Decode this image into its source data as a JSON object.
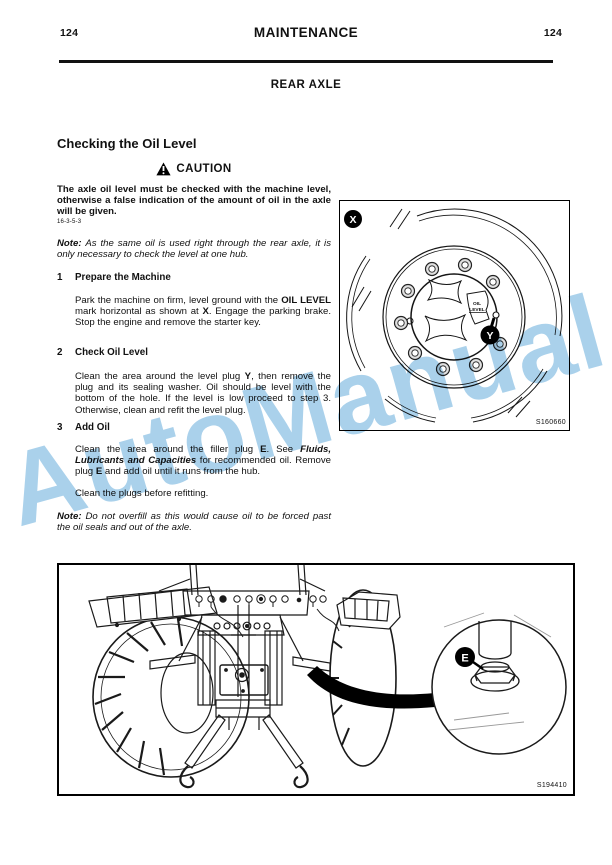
{
  "page": {
    "number_left": "124",
    "number_right": "124",
    "header": "MAINTENANCE",
    "section": "REAR AXLE"
  },
  "article": {
    "heading": "Checking the Oil Level",
    "caution_label": "CAUTION",
    "caution_text": "The axle oil level must be checked with the machine level, otherwise a false indication of the amount of oil in the axle will be given.",
    "caution_code": "16-3-5-3",
    "note1": [
      {
        "t": "Note: ",
        "s": "bi"
      },
      {
        "t": "As the same oil is used right through the rear axle, it is only necessary to check the level at one hub.",
        "s": "i"
      }
    ],
    "steps": [
      {
        "num": "1",
        "title": "Prepare the Machine",
        "body": [
          {
            "t": "Park the machine on firm, level ground with the ",
            "s": ""
          },
          {
            "t": "OIL LEVEL",
            "s": "b"
          },
          {
            "t": " mark horizontal as shown at ",
            "s": ""
          },
          {
            "t": "X",
            "s": "b"
          },
          {
            "t": ". Engage the parking brake. Stop the engine and remove the starter key.",
            "s": ""
          }
        ]
      },
      {
        "num": "2",
        "title": "Check Oil Level",
        "body": [
          {
            "t": "Clean the area around the level plug ",
            "s": ""
          },
          {
            "t": "Y",
            "s": "b"
          },
          {
            "t": ", then remove the plug and its sealing washer. Oil should be level with the bottom of the hole. If the level is low proceed to step 3. Otherwise, clean and refit the level plug.",
            "s": ""
          }
        ]
      },
      {
        "num": "3",
        "title": "Add Oil",
        "body": [
          {
            "t": "Clean the area around the filler plug ",
            "s": ""
          },
          {
            "t": "E",
            "s": "b"
          },
          {
            "t": ". See ",
            "s": ""
          },
          {
            "t": "Fluids, Lubricants and Capacities",
            "s": "bi"
          },
          {
            "t": " for recommended oil. Remove plug ",
            "s": ""
          },
          {
            "t": "E",
            "s": "b"
          },
          {
            "t": " and add oil until it runs from the hub.",
            "s": ""
          }
        ]
      }
    ],
    "closing": "Clean the plugs before refitting.",
    "note2": [
      {
        "t": "Note: ",
        "s": "bi"
      },
      {
        "t": "Do not overfill as this would cause oil to be forced past the oil seals and out of the axle.",
        "s": "i"
      }
    ]
  },
  "figure_hub": {
    "label_x": "X",
    "label_y": "Y",
    "oil_line1": "OIL",
    "oil_line2": "LEVEL",
    "code": "S160660"
  },
  "figure_tractor": {
    "label_e": "E",
    "code": "S194410"
  },
  "watermark_text": "AutoManual",
  "colors": {
    "watermark_blue": "#9ecbe9",
    "ink": "#111111"
  }
}
